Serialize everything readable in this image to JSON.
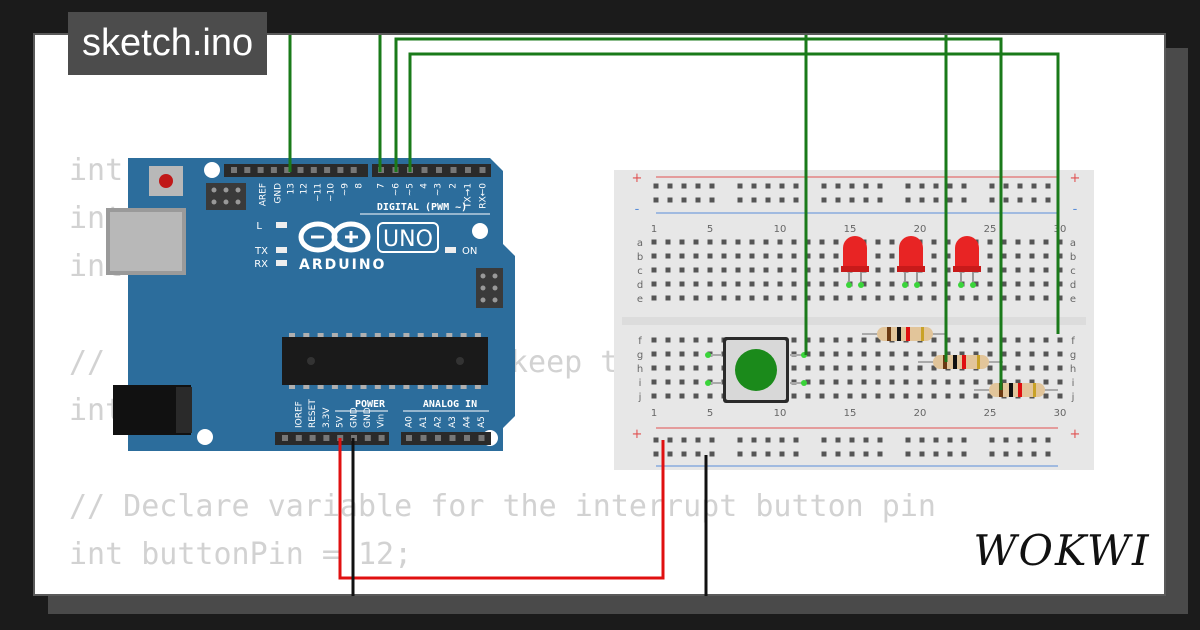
{
  "editor": {
    "filename": "sketch.ino",
    "code_lines": [
      "int",
      "int",
      "int",
      "",
      "// ...",
      "int",
      "",
      "// Declare variable for the interrupt button pin",
      "int buttonPin = 12;"
    ],
    "code_keep": "keep t"
  },
  "arduino": {
    "brand": "ARDUINO",
    "model": "UNO",
    "on_label": "ON",
    "led_labels": [
      "L",
      "TX",
      "RX"
    ],
    "digital_label": "DIGITAL (PWM ~)",
    "digital_pins": [
      "AREF",
      "GND",
      "13",
      "12",
      "~11",
      "~10",
      "~9",
      "8",
      "7",
      "~6",
      "~5",
      "4",
      "~3",
      "2",
      "TX→1",
      "RX←0"
    ],
    "power_label": "POWER",
    "power_pins": [
      "IOREF",
      "RESET",
      "3.3V",
      "5V",
      "GND",
      "GND",
      "Vin"
    ],
    "analog_label": "ANALOG IN",
    "analog_pins": [
      "A0",
      "A1",
      "A2",
      "A3",
      "A4",
      "A5"
    ]
  },
  "breadboard": {
    "column_numbers": [
      "1",
      "5",
      "10",
      "15",
      "20",
      "25",
      "30"
    ],
    "rows_top": [
      "a",
      "b",
      "c",
      "d",
      "e"
    ],
    "rows_bottom": [
      "f",
      "g",
      "h",
      "i",
      "j"
    ],
    "rail_plus": "+",
    "rail_minus": "-"
  },
  "brand": {
    "logo_text": "WOKWI"
  },
  "colors": {
    "board_blue": "#2c6d9c",
    "wire_green": "#1a7a1a",
    "wire_red": "#e01010",
    "wire_black": "#111111",
    "led_red": "#e82424",
    "button_green": "#1b8a1b"
  }
}
